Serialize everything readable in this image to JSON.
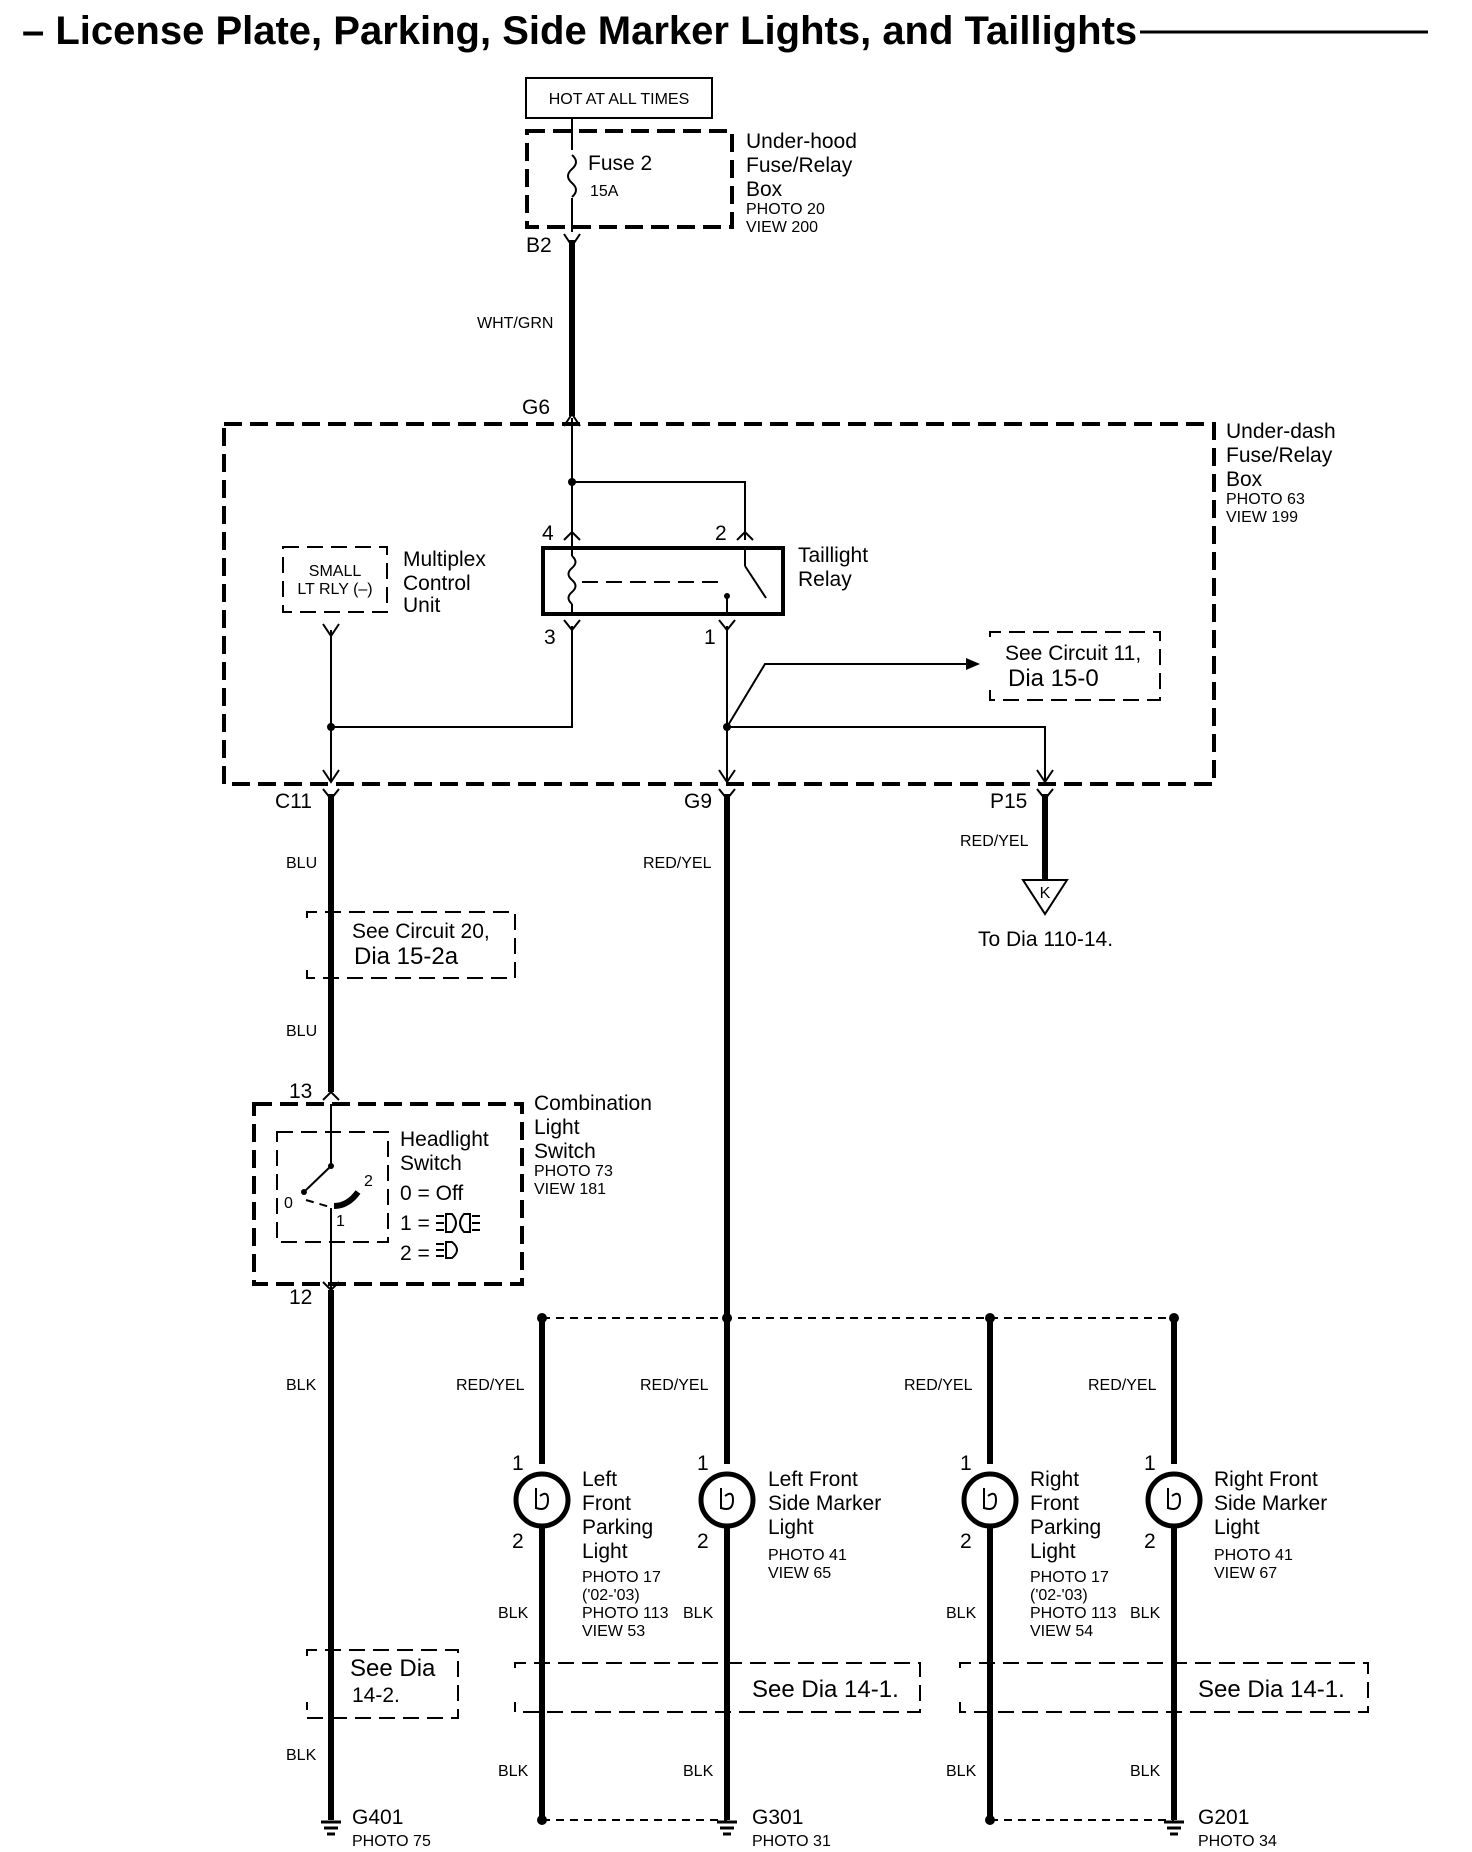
{
  "title": "– License Plate, Parking, Side Marker Lights, and Taillights",
  "power": {
    "label": "HOT AT ALL TIMES"
  },
  "underhood": {
    "fuse_name": "Fuse 2",
    "fuse_rating": "15A",
    "line1": "Under-hood",
    "line2": "Fuse/Relay",
    "line3": "Box",
    "photo": "PHOTO 20",
    "view": "VIEW 200",
    "connector": "B2"
  },
  "wires": {
    "whtgrn": "WHT/GRN",
    "blu1": "BLU",
    "blu2": "BLU",
    "redyel_g9": "RED/YEL",
    "redyel_p15": "RED/YEL",
    "blk_main": "BLK",
    "blk_g401": "BLK",
    "redyel_b1": "RED/YEL",
    "redyel_b2": "RED/YEL",
    "redyel_b3": "RED/YEL",
    "redyel_b4": "RED/YEL",
    "blk_b1": "BLK",
    "blk_b2": "BLK",
    "blk_b3": "BLK",
    "blk_b4": "BLK",
    "blk_b1_lower": "BLK",
    "blk_b2_lower": "BLK",
    "blk_b3_lower": "BLK",
    "blk_b4_lower": "BLK"
  },
  "underdash": {
    "line1": "Under-dash",
    "line2": "Fuse/Relay",
    "line3": "Box",
    "photo": "PHOTO 63",
    "view": "VIEW 199",
    "connector_in": "G6",
    "connector_c11": "C11",
    "connector_g9": "G9",
    "connector_p15": "P15"
  },
  "relay": {
    "line1": "Taillight",
    "line2": "Relay",
    "pin4": "4",
    "pin2": "2",
    "pin3": "3",
    "pin1": "1"
  },
  "mcu": {
    "inner1": "SMALL",
    "inner2": "LT RLY (–)",
    "line1": "Multiplex",
    "line2": "Control",
    "line3": "Unit"
  },
  "refs": {
    "circuit11_l1": "See Circuit 11,",
    "circuit11_l2": "Dia 15-0",
    "circuit20_l1": "See Circuit 20,",
    "circuit20_l2": "Dia 15-2a",
    "dia142_l1": "See Dia",
    "dia142_l2": "14-2.",
    "dia141_left": "See Dia 14-1.",
    "dia141_right": "See Dia 14-1.",
    "to_dia": "To Dia 110-14.",
    "k_connector": "K"
  },
  "combo": {
    "line1": "Combination",
    "line2": "Light",
    "line3": "Switch",
    "photo": "PHOTO 73",
    "view": "VIEW 181",
    "pin_top": "13",
    "pin_bottom": "12",
    "sw_line1": "Headlight",
    "sw_line2": "Switch",
    "pos0": "0 =  Off",
    "pos1": "1 =",
    "pos2": "2 =",
    "p0": "0",
    "p1": "1",
    "p2": "2"
  },
  "lights": [
    {
      "lines": [
        "Left",
        "Front",
        "Parking",
        "Light"
      ],
      "photo": [
        "PHOTO 17",
        "('02-'03)",
        "PHOTO 113",
        "VIEW 53"
      ],
      "pin_top": "1",
      "pin_bottom": "2"
    },
    {
      "lines": [
        "Left Front",
        "Side Marker",
        "Light"
      ],
      "photo": [
        "PHOTO 41",
        "VIEW 65"
      ],
      "pin_top": "1",
      "pin_bottom": "2"
    },
    {
      "lines": [
        "Right",
        "Front",
        "Parking",
        "Light"
      ],
      "photo": [
        "PHOTO 17",
        "('02-'03)",
        "PHOTO 113",
        "VIEW 54"
      ],
      "pin_top": "1",
      "pin_bottom": "2"
    },
    {
      "lines": [
        "Right Front",
        "Side Marker",
        "Light"
      ],
      "photo": [
        "PHOTO 41",
        "VIEW 67"
      ],
      "pin_top": "1",
      "pin_bottom": "2"
    }
  ],
  "grounds": [
    {
      "name": "G401",
      "photo": "PHOTO 75"
    },
    {
      "name": "G301",
      "photo": "PHOTO 31"
    },
    {
      "name": "G201",
      "photo": "PHOTO 34"
    }
  ]
}
